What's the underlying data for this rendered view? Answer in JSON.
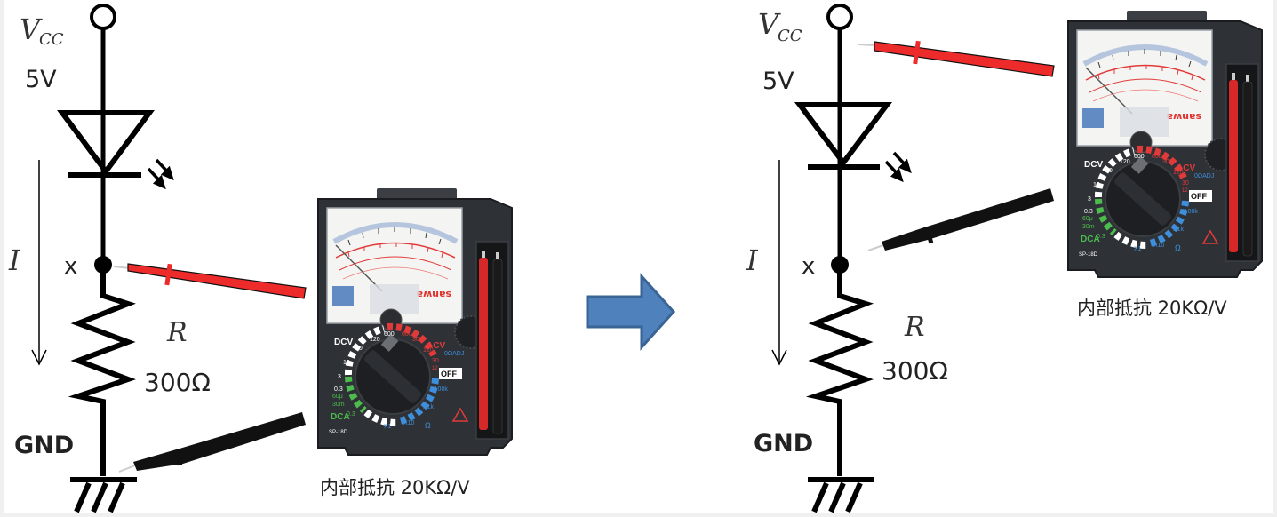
{
  "circuits": [
    {
      "id": "before",
      "supply_label": "V",
      "supply_subscript": "CC",
      "supply_voltage": "5V",
      "current_label": "I",
      "node_label": "x",
      "resistor_label": "R",
      "resistor_value": "300Ω",
      "ground_label": "GND",
      "red_probe_at": "node-x",
      "black_probe_at": "ground"
    },
    {
      "id": "after",
      "supply_label": "V",
      "supply_subscript": "CC",
      "supply_voltage": "5V",
      "current_label": "I",
      "node_label": "x",
      "resistor_label": "R",
      "resistor_value": "300Ω",
      "ground_label": "GND",
      "red_probe_at": "vcc",
      "black_probe_at": "node-x"
    }
  ],
  "meters": [
    {
      "brand": "sanwa",
      "model": "SP-18D",
      "caption": "内部抵抗 20KΩ/V",
      "dial": {
        "dcv": "DCV",
        "acv": "ACV",
        "dca": "DCA",
        "off": "OFF",
        "zero_adj": "0ΩADJ",
        "dcv_ranges": [
          "600",
          "120",
          "30",
          "12",
          "3",
          "0.3"
        ],
        "acv_ranges": [
          "600",
          "300",
          "120",
          "30",
          "12"
        ],
        "dca_ranges": [
          "60μ",
          "30m",
          "0.3"
        ],
        "ohm_ranges": [
          "X1",
          "X10",
          "X1k",
          "X100k"
        ],
        "ohm": "Ω"
      }
    },
    {
      "brand": "sanwa",
      "model": "SP-18D",
      "caption": "内部抵抗 20KΩ/V",
      "dial": {
        "dcv": "DCV",
        "acv": "ACV",
        "dca": "DCA",
        "off": "OFF",
        "zero_adj": "0ΩADJ",
        "dcv_ranges": [
          "600",
          "120",
          "30",
          "12",
          "3",
          "0.3"
        ],
        "acv_ranges": [
          "600",
          "300",
          "120",
          "30",
          "12"
        ],
        "dca_ranges": [
          "60μ",
          "30m",
          "0.3"
        ],
        "ohm_ranges": [
          "X1",
          "X10",
          "X1k",
          "X100k"
        ],
        "ohm": "Ω"
      }
    }
  ],
  "transition_arrow": {
    "direction": "right",
    "fill": "#4f81bd",
    "stroke": "#3a6494"
  },
  "colors": {
    "wire": "#000000",
    "red_probe": "#ee2b2b",
    "black_probe": "#111111",
    "meter_body": "#2e3236",
    "meter_face": "#f4f5f2"
  }
}
